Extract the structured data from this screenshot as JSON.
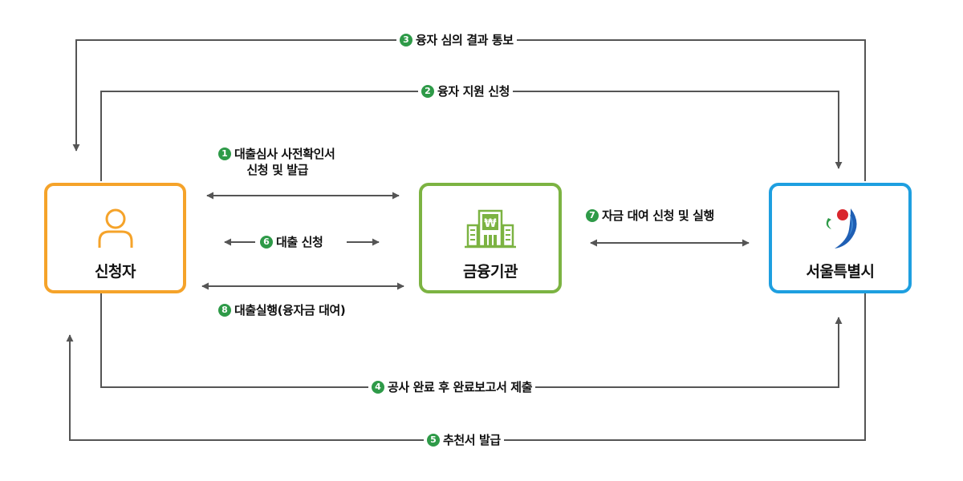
{
  "colors": {
    "line": "#555555",
    "badge": "#2e9a48",
    "applicant_border": "#f5a32a",
    "bank_border": "#7cb342",
    "seoul_border": "#1e9fe0",
    "text": "#111111"
  },
  "nodes": {
    "applicant": {
      "label": "신청자",
      "icon": "person-icon"
    },
    "bank": {
      "label": "금융기관",
      "icon": "bank-building-icon"
    },
    "seoul": {
      "label": "서울특별시",
      "icon": "seoul-city-logo-icon"
    }
  },
  "steps": [
    {
      "badge": "3",
      "text": "융자 심의 결과 통보"
    },
    {
      "badge": "2",
      "text": "융자 지원 신청"
    },
    {
      "badge": "1",
      "text": "대출심사 사전확인서",
      "text2": "신청 및 발급"
    },
    {
      "badge": "6",
      "text": "대출 신청"
    },
    {
      "badge": "7",
      "text": "자금 대여 신청 및 실행"
    },
    {
      "badge": "8",
      "text": "대출실행(융자금 대여)"
    },
    {
      "badge": "4",
      "text": "공사 완료 후 완료보고서 제출"
    },
    {
      "badge": "5",
      "text": "추천서 발급"
    }
  ]
}
